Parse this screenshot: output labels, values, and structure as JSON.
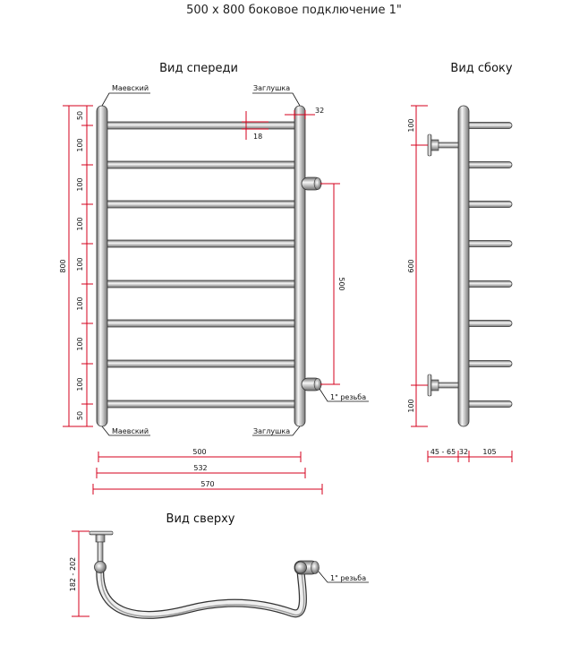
{
  "title": "500 x 800 боковое подключение 1\"",
  "views": {
    "front": "Вид спереди",
    "side": "Вид сбоку",
    "top": "Вид сверху"
  },
  "labels": {
    "mayevsky_top": "Маевский",
    "plug_top": "Заглушка",
    "mayevsky_bottom": "Маевский",
    "plug_bottom": "Заглушка",
    "thread_front": "1\" резьба",
    "thread_top": "1\" резьба"
  },
  "dims": {
    "front_total_h": "800",
    "front_segments": [
      "50",
      "100",
      "100",
      "100",
      "100",
      "100",
      "100",
      "100",
      "50"
    ],
    "pipe_d": "32",
    "bar_d": "18",
    "connection": "500",
    "width_inner": "500",
    "width_mid": "532",
    "width_outer": "570",
    "side_top": "100",
    "side_mid": "600",
    "side_bottom": "100",
    "side_offset": "45 - 65",
    "side_pipe": "32",
    "side_bar": "105",
    "top_depth": "182 - 202"
  },
  "colors": {
    "dimension": "#d6001c",
    "metal_light": "#f4f4f4",
    "metal_dark": "#7a7a7a"
  }
}
